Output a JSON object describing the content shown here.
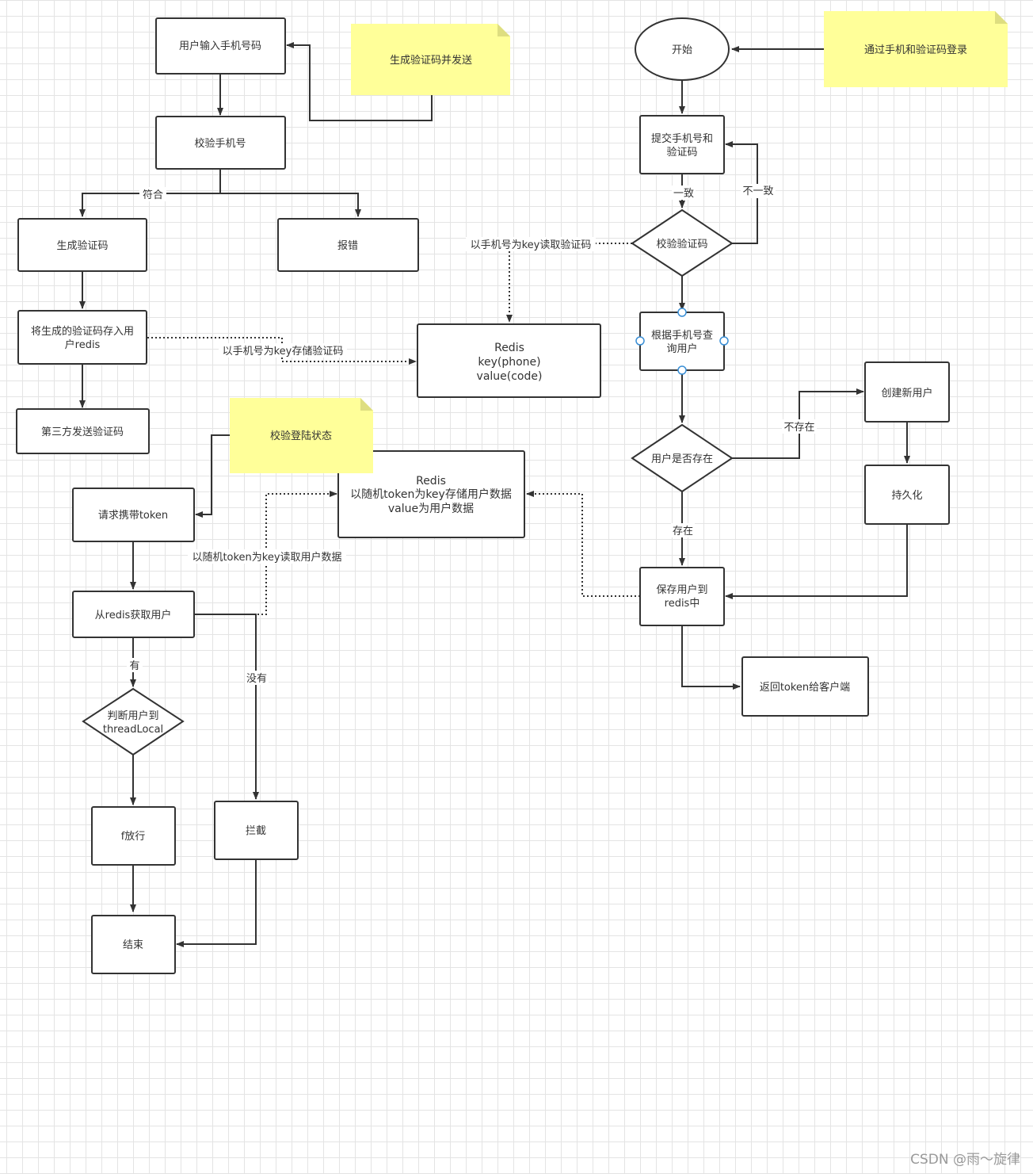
{
  "nodes": {
    "input_phone": "用户输入手机号码",
    "check_phone": "校验手机号",
    "gen_code": "生成验证码",
    "report_error": "报错",
    "save_code_line1": "将生成的验证码存入用",
    "save_code_line2": "户redis",
    "third_party_send": "第三方发送验证码",
    "redis_code_line1": "Redis",
    "redis_code_line2": "key(phone)",
    "redis_code_line3": "value(code)",
    "start": "开始",
    "submit_line1": "提交手机号和",
    "submit_line2": "验证码",
    "verify_code": "校验验证码",
    "query_user_line1": "根据手机号查",
    "query_user_line2": "询用户",
    "user_exists": "用户是否存在",
    "create_user": "创建新用户",
    "persist": "持久化",
    "save_user_line1": "保存用户到",
    "save_user_line2": "redis中",
    "return_token": "返回token给客户端",
    "request_token": "请求携带token",
    "get_user": "从redis获取用户",
    "redis_user_line1": "Redis",
    "redis_user_line2": "以随机token为key存储用户数据",
    "redis_user_line3": "value为用户数据",
    "thread_local_line1": "判断用户到",
    "thread_local_line2": "threadLocal",
    "allow": "f放行",
    "intercept": "拦截",
    "end": "结束"
  },
  "notes": {
    "gen_send": "生成验证码并发送",
    "login": "通过手机和验证码登录",
    "check_login": "校验登陆状态"
  },
  "edge_labels": {
    "match": "符合",
    "store_by_phone": "以手机号为key存储验证码",
    "read_by_phone": "以手机号为key读取验证码",
    "consistent": "一致",
    "inconsistent": "不一致",
    "not_exist": "不存在",
    "exist": "存在",
    "read_by_token": "以随机token为key读取用户数据",
    "has": "有",
    "none": "没有"
  },
  "watermark": "CSDN @雨～旋律"
}
